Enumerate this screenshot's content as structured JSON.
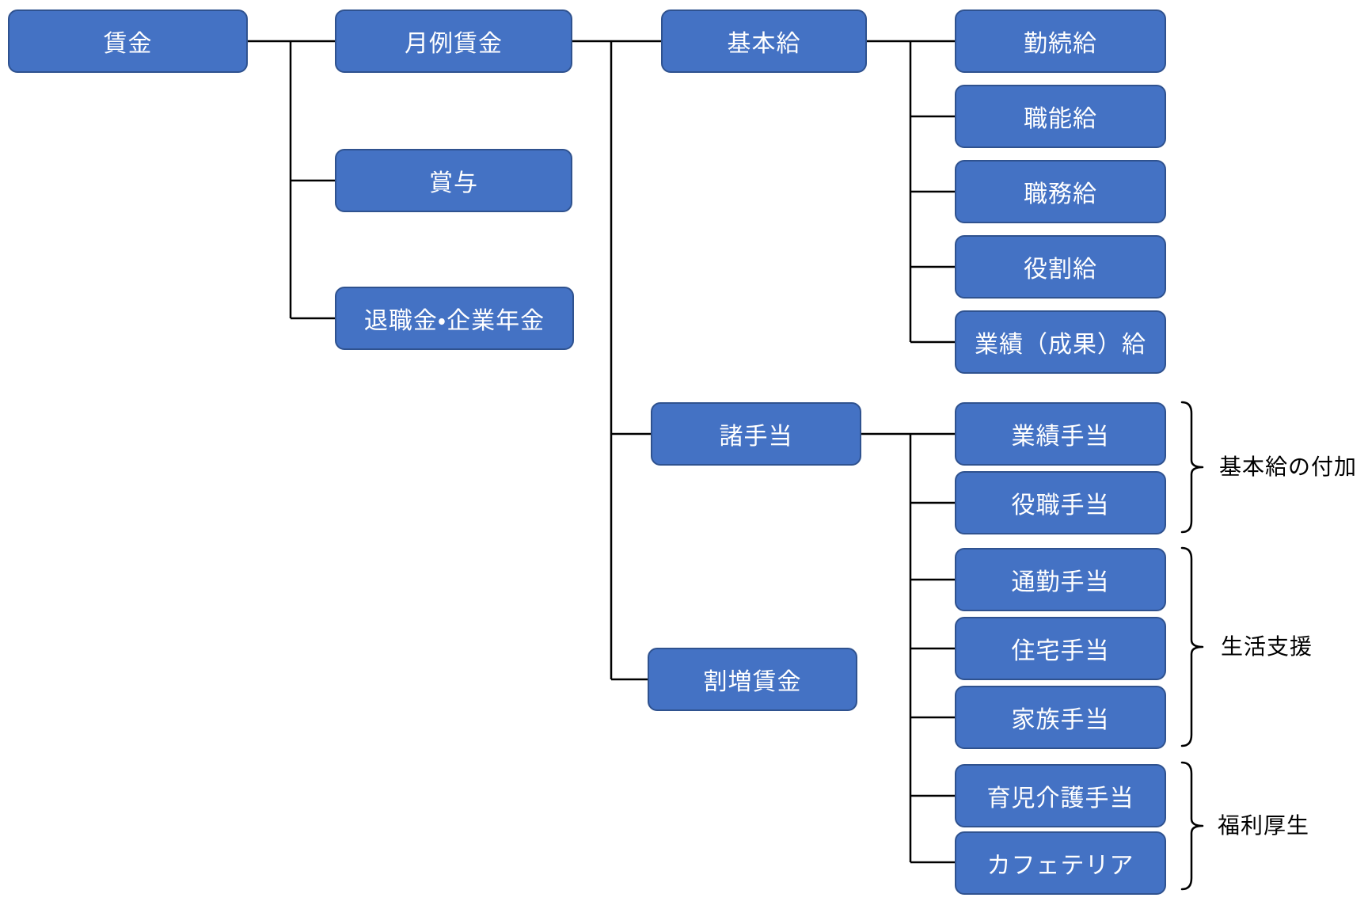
{
  "tree": {
    "root": "賃金",
    "wage_children": [
      "月例賃金",
      "賞与",
      "退職金・企業年金"
    ],
    "monthly_wage_children": [
      "基本給",
      "諸手当",
      "割増賃金"
    ],
    "base_salary_children": [
      "勤続給",
      "職能給",
      "職務給",
      "役割給",
      "業績（成果）給"
    ],
    "allowance_children": [
      "業績手当",
      "役職手当",
      "通勤手当",
      "住宅手当",
      "家族手当",
      "育児介護手当",
      "カフェテリア"
    ],
    "bracket_labels": [
      "基本給の付加",
      "生活支援",
      "福利厚生"
    ]
  },
  "colors": {
    "node_fill": "#4472c4",
    "node_border": "#2f528f",
    "node_text": "#ffffff",
    "connector": "#000000",
    "label_text": "#000000",
    "background": "#ffffff"
  }
}
